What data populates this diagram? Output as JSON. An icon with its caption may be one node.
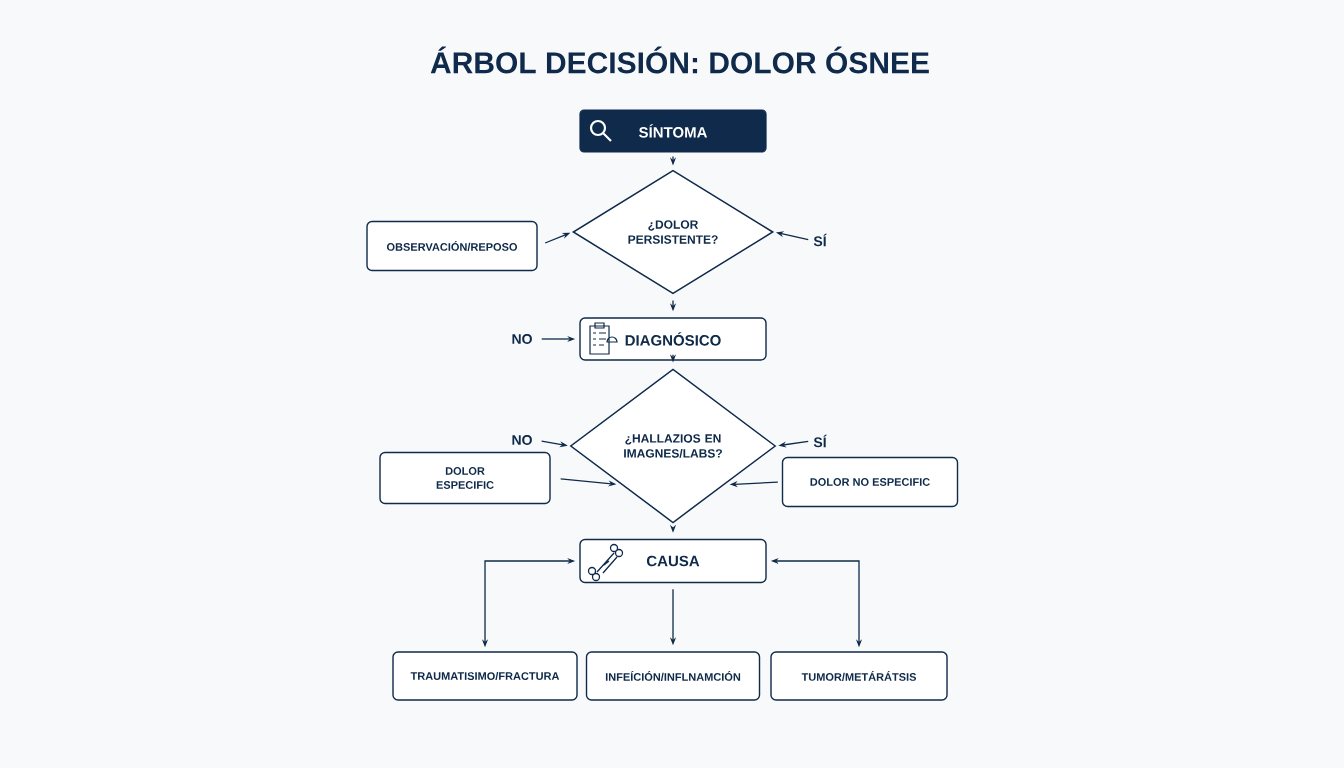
{
  "diagram": {
    "title": "ÁRBOL DECISIÓN: DOLOR ÓSNEE",
    "nodes": [
      {
        "text": [
          "SÍNTOMA"
        ]
      },
      {
        "text": [
          "¿DOLOR PERSISTENTE?"
        ]
      },
      {
        "text": [
          "OBSERVACIÓN/REPOSO"
        ]
      },
      {
        "text": [
          "SÍ"
        ]
      },
      {
        "text": [
          "NO"
        ]
      },
      {
        "text": [
          "DIAGNÓSICO"
        ]
      },
      {
        "text": [
          "NO"
        ]
      },
      {
        "text": [
          "¿HALLAZIOS EN IMAGNES/LABS?"
        ]
      },
      {
        "text": [
          "SÍ"
        ]
      },
      {
        "text": [
          "DOLOR ESPECIFIC"
        ]
      },
      {
        "text": [
          "DOLOR NO ESPECIFIC"
        ]
      },
      {
        "text": [
          "CAUSA"
        ]
      },
      {
        "text": [
          "TRAUMATISIMO/FRACTURA"
        ]
      },
      {
        "text": [
          "INFEÍCIÓN/INFLNAMCIÓN"
        ]
      },
      {
        "text": [
          "TUMOR/METÁRÁTSIS"
        ]
      }
    ],
    "edges": [
      {
        "from": 0,
        "to": 1,
        "arrow": "to"
      },
      {
        "from": 2,
        "to": 1,
        "arrow": "to"
      },
      {
        "from": 3,
        "to": 1,
        "arrow": "to"
      },
      {
        "from": 1,
        "to": 5,
        "arrow": "to"
      },
      {
        "from": 4,
        "to": 5,
        "arrow": "to"
      },
      {
        "from": 5,
        "to": 7,
        "arrow": "to"
      },
      {
        "from": 6,
        "to": 7,
        "arrow": "to"
      },
      {
        "from": 8,
        "to": 7,
        "arrow": "to"
      },
      {
        "from": 9,
        "to": 7,
        "arrow": "to"
      },
      {
        "from": 10,
        "to": 7,
        "arrow": "to"
      },
      {
        "from": 7,
        "to": 11,
        "arrow": "to"
      },
      {
        "from": 11,
        "to": 12,
        "arrow": "both"
      },
      {
        "from": 11,
        "to": 13,
        "arrow": "to"
      },
      {
        "from": 11,
        "to": 14,
        "arrow": "both"
      }
    ]
  }
}
